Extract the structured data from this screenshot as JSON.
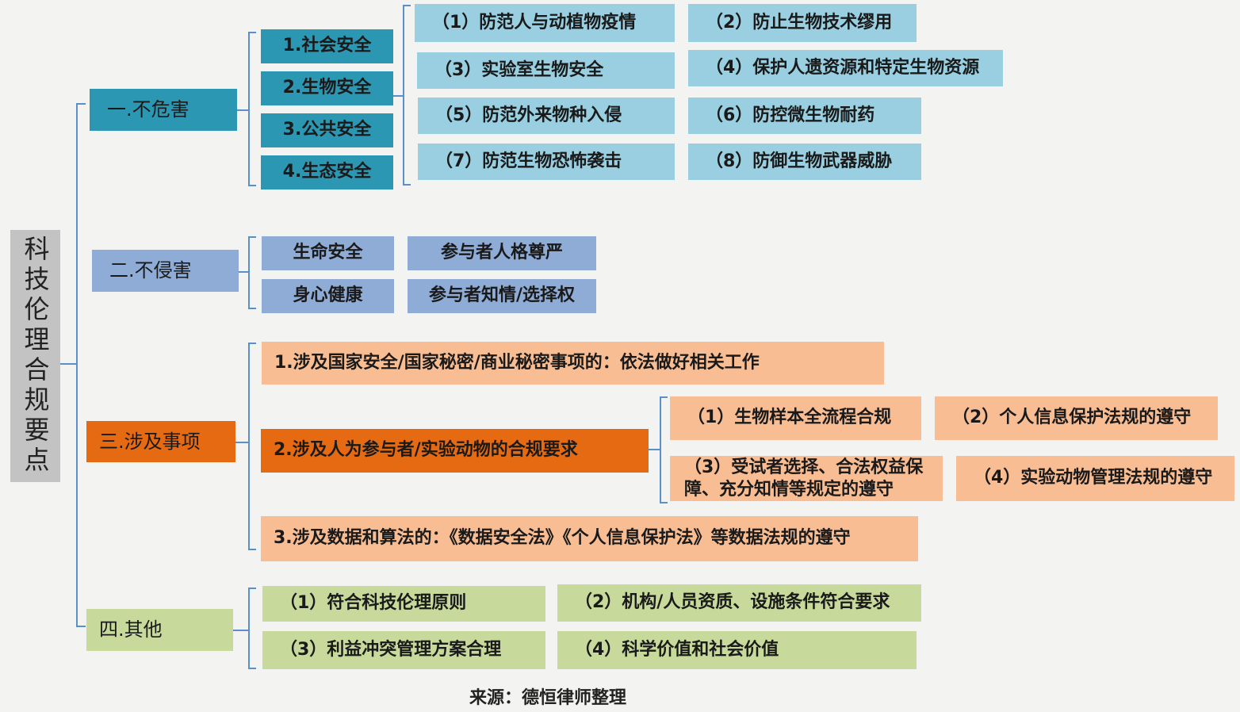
{
  "title": "科技伦理合规要点",
  "source": "来源：德恒律师整理",
  "sections": [
    {
      "label": "一.不危害",
      "subs": [
        "1.社会安全",
        "2.生物安全",
        "3.公共安全",
        "4.生态安全"
      ],
      "items": [
        "（1）防范人与动植物疫情",
        "（2）防止生物技术缪用",
        "（3）实验室生物安全",
        "（4）保护人遗资源和特定生物资源",
        "（5）防范外来物种入侵",
        "（6）防控微生物耐药",
        "（7）防范生物恐怖袭击",
        "（8）防御生物武器威胁"
      ]
    },
    {
      "label": "二.不侵害",
      "items": [
        "生命安全",
        "参与者人格尊严",
        "身心健康",
        "参与者知情/选择权"
      ]
    },
    {
      "label": "三.涉及事项",
      "items": [
        "1.涉及国家安全/国家秘密/商业秘密事项的：依法做好相关工作",
        "2.涉及人为参与者/实验动物的合规要求",
        "3.涉及数据和算法的：《数据安全法》《个人信息保护法》等数据法规的遵守"
      ],
      "subitems": [
        "（1）生物样本全流程合规",
        "（2）个人信息保护法规的遵守",
        "（3）受试者选择、合法权益保障、充分知情等规定的遵守",
        "（4）实验动物管理法规的遵守"
      ]
    },
    {
      "label": "四.其他",
      "items": [
        "（1）符合科技伦理原则",
        "（2）机构/人员资质、设施条件符合要求",
        "（3）利益冲突管理方案合理",
        "（4）科学价值和社会价值"
      ]
    }
  ],
  "colors": {
    "section1": "#2c97b3",
    "section1_items": "#99cfe0",
    "section2": "#8eacd6",
    "section3": "#e66a12",
    "section3_items": "#f9bd93",
    "section4": "#c7da9b",
    "root": "#c3c3c3",
    "connector": "#5b8fc9"
  }
}
